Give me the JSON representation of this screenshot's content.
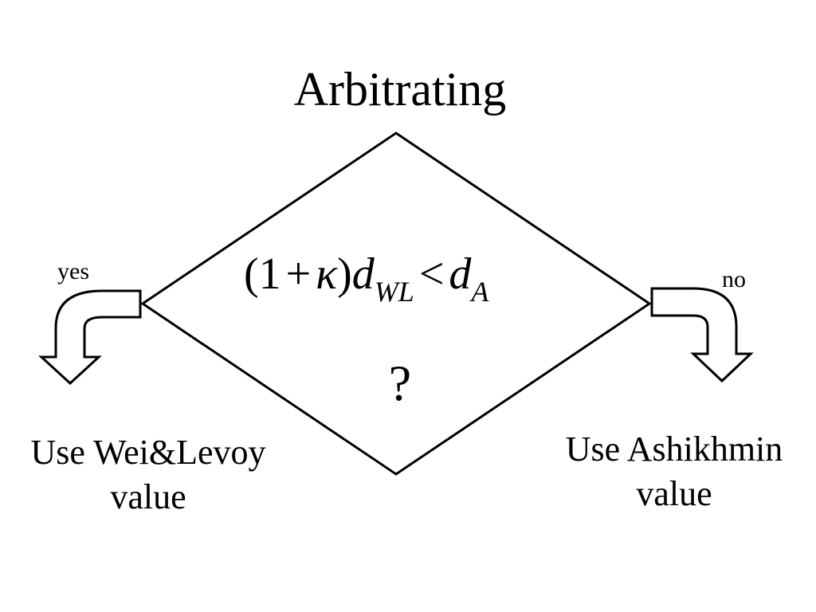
{
  "title": "Arbitrating",
  "decision": {
    "formula": {
      "open": "(1",
      "plus": "+",
      "kappa": "κ",
      "close": ")",
      "d1": "d",
      "sub1": "WL",
      "lt": "<",
      "d2": "d",
      "sub2": "A"
    },
    "question": "?"
  },
  "branches": {
    "yes": {
      "label": "yes",
      "outcome_line1": "Use Wei&Levoy",
      "outcome_line2": "value"
    },
    "no": {
      "label": "no",
      "outcome_line1": "Use Ashikhmin",
      "outcome_line2": "value"
    }
  },
  "colors": {
    "stroke": "#000000",
    "background": "#ffffff"
  }
}
